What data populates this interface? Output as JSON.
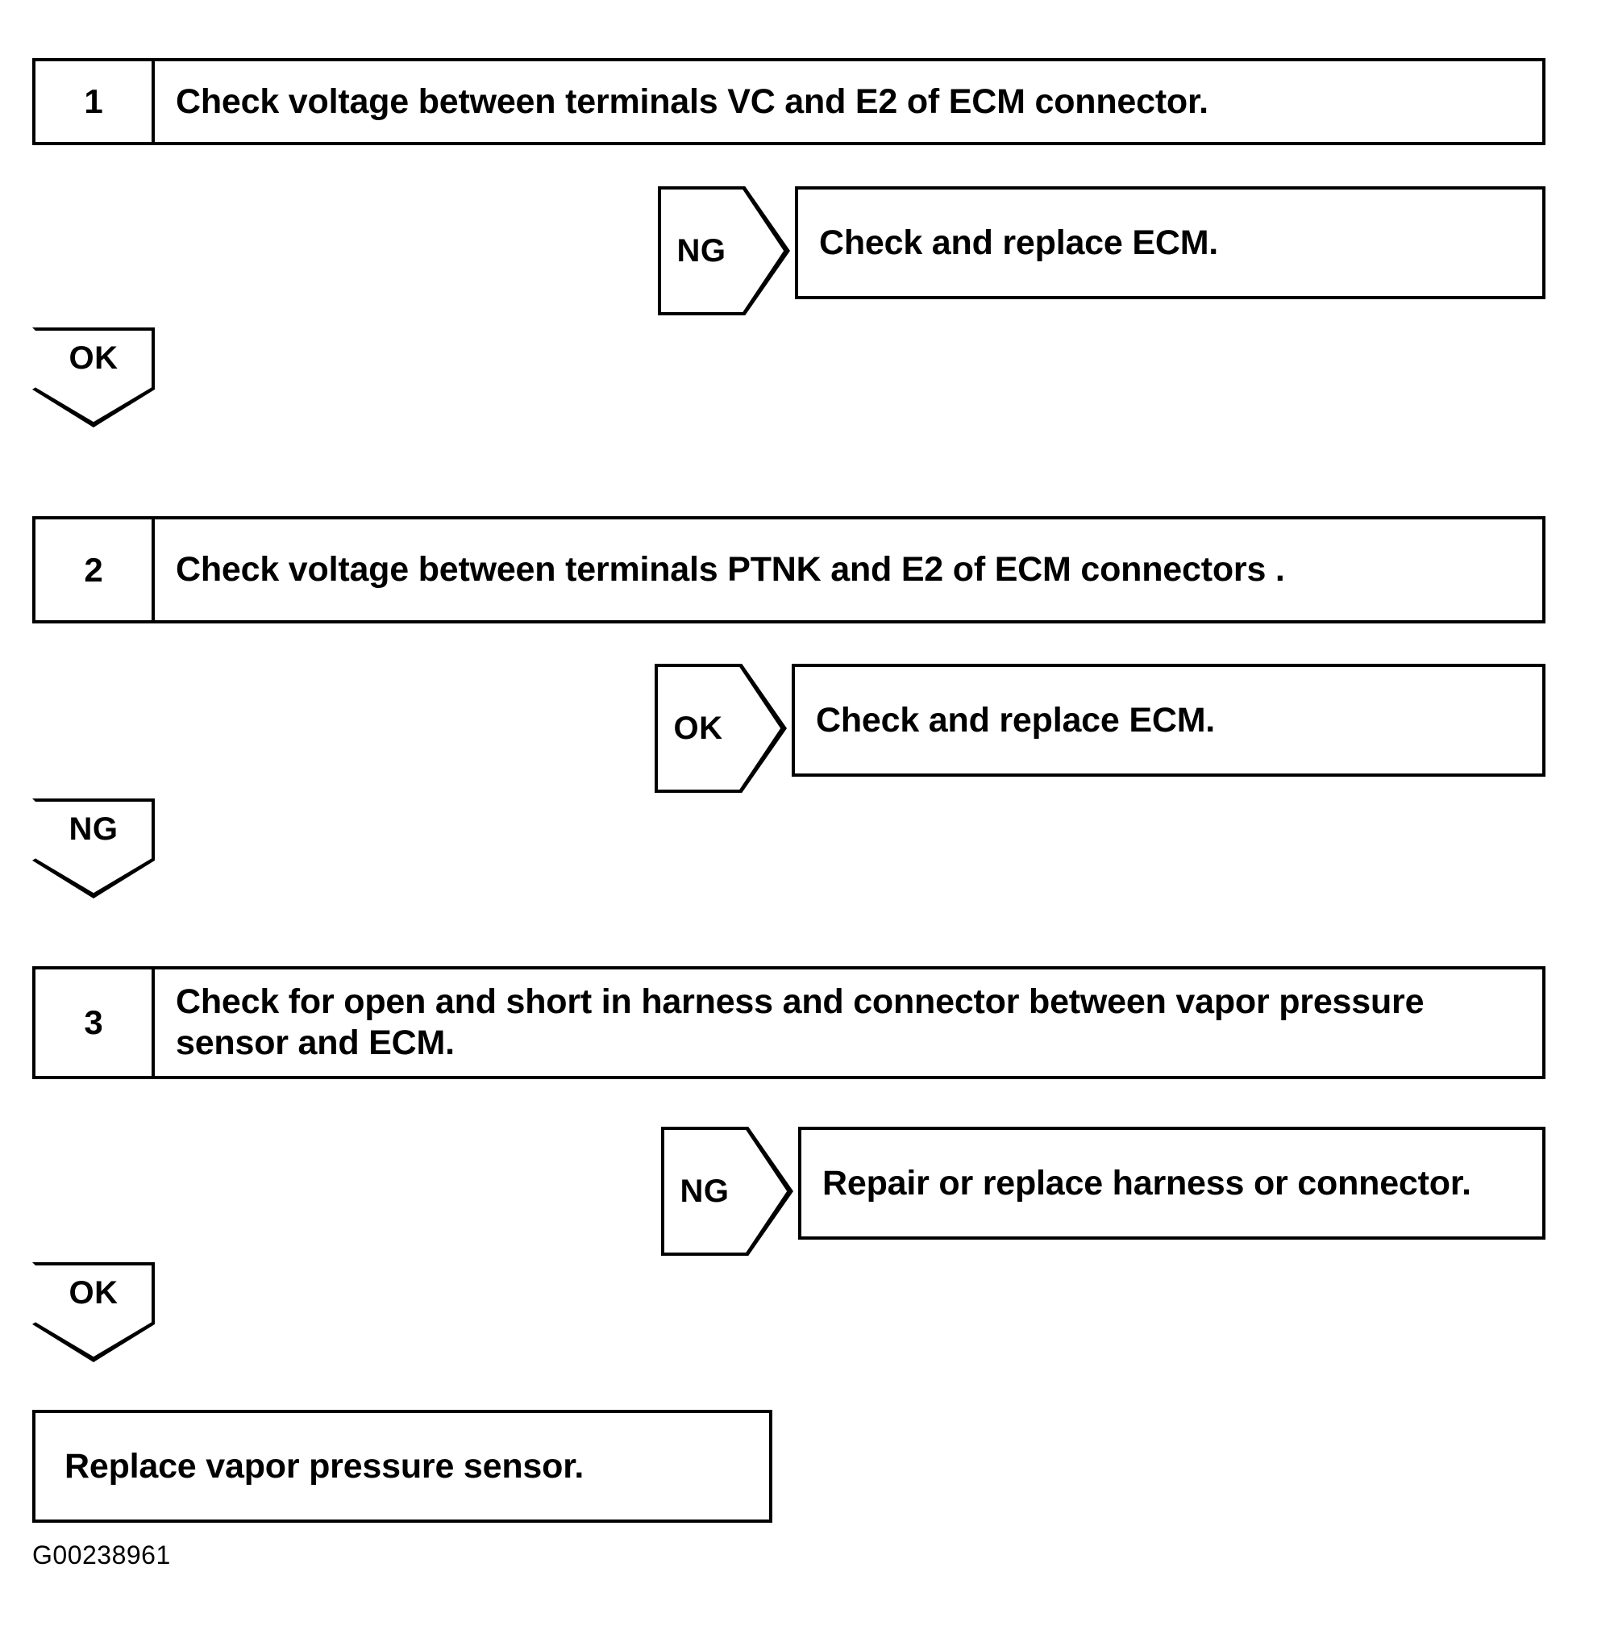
{
  "document": {
    "type": "diagnostic-troubleshooting-flowchart",
    "figure_code": "G00238961"
  },
  "flow": {
    "steps": [
      {
        "number": "1",
        "text": "Check voltage between terminals VC and E2 of ECM connector.",
        "branch": {
          "label": "NG",
          "result": "Check and replace ECM."
        },
        "continue": {
          "label": "OK"
        }
      },
      {
        "number": "2",
        "text": "Check voltage between terminals PTNK and E2 of ECM connectors .",
        "branch": {
          "label": "OK",
          "result": "Check and replace ECM."
        },
        "continue": {
          "label": "NG"
        }
      },
      {
        "number": "3",
        "text": "Check for open and short in harness and connector between vapor pressure sensor and ECM.",
        "branch": {
          "label": "NG",
          "result": "Repair or replace harness or connector."
        },
        "continue": {
          "label": "OK"
        }
      }
    ],
    "terminal": {
      "text": "Replace vapor pressure sensor."
    }
  }
}
